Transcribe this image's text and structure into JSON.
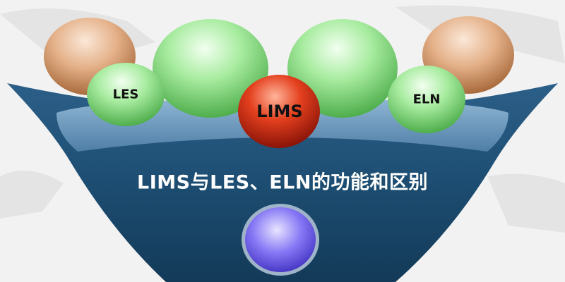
{
  "title": "LIMS与LES、ELN的功能和区别",
  "bubbles": {
    "les": "LES",
    "lims": "LIMS",
    "eln": "ELN"
  },
  "colors": {
    "bowl_dark": "#1c4a6e",
    "bowl_top": "#5f8fb5",
    "green": "#8fe08f",
    "orange": "#e0a878",
    "red": "#d8321c",
    "purple": "#7a6cf0"
  }
}
